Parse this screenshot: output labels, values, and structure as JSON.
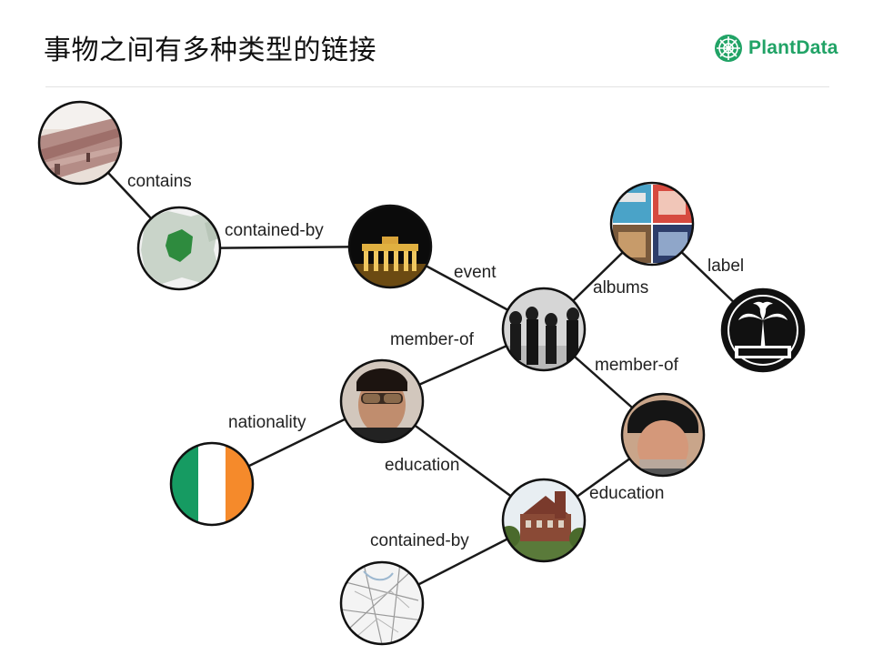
{
  "slide": {
    "title": "事物之间有多种类型的链接",
    "brand": {
      "name": "PlantData",
      "color": "#21a366",
      "icon": "spider-web-logo"
    }
  },
  "graph": {
    "nodes": [
      {
        "id": "berlin-wall",
        "depicts": "berlin-wall-photo"
      },
      {
        "id": "germany-map",
        "depicts": "europe-map-germany-highlighted"
      },
      {
        "id": "brandenburg-gate",
        "depicts": "brandenburg-gate-at-night-photo"
      },
      {
        "id": "u2-band",
        "depicts": "u2-band-photo"
      },
      {
        "id": "albums",
        "depicts": "album-covers-collage"
      },
      {
        "id": "island-records",
        "depicts": "island-records-logo"
      },
      {
        "id": "bono",
        "depicts": "bono-portrait"
      },
      {
        "id": "the-edge",
        "depicts": "the-edge-portrait"
      },
      {
        "id": "ireland-flag",
        "depicts": "irish-flag"
      },
      {
        "id": "school",
        "depicts": "school-building-photo"
      },
      {
        "id": "dublin-map",
        "depicts": "city-street-map"
      }
    ],
    "edges": [
      {
        "from": "berlin-wall",
        "to": "germany-map",
        "label": "contains"
      },
      {
        "from": "germany-map",
        "to": "brandenburg-gate",
        "label": "contained-by"
      },
      {
        "from": "brandenburg-gate",
        "to": "u2-band",
        "label": "event"
      },
      {
        "from": "u2-band",
        "to": "albums",
        "label": "albums"
      },
      {
        "from": "albums",
        "to": "island-records",
        "label": "label"
      },
      {
        "from": "bono",
        "to": "u2-band",
        "label": "member-of"
      },
      {
        "from": "the-edge",
        "to": "u2-band",
        "label": "member-of"
      },
      {
        "from": "bono",
        "to": "ireland-flag",
        "label": "nationality"
      },
      {
        "from": "bono",
        "to": "school",
        "label": "education"
      },
      {
        "from": "the-edge",
        "to": "school",
        "label": "education"
      },
      {
        "from": "school",
        "to": "dublin-map",
        "label": "contained-by"
      }
    ],
    "colors": {
      "edge": "#1a1a1a",
      "node_border": "#111111",
      "flag_green": "#169b62",
      "flag_orange": "#f58a2b"
    }
  }
}
